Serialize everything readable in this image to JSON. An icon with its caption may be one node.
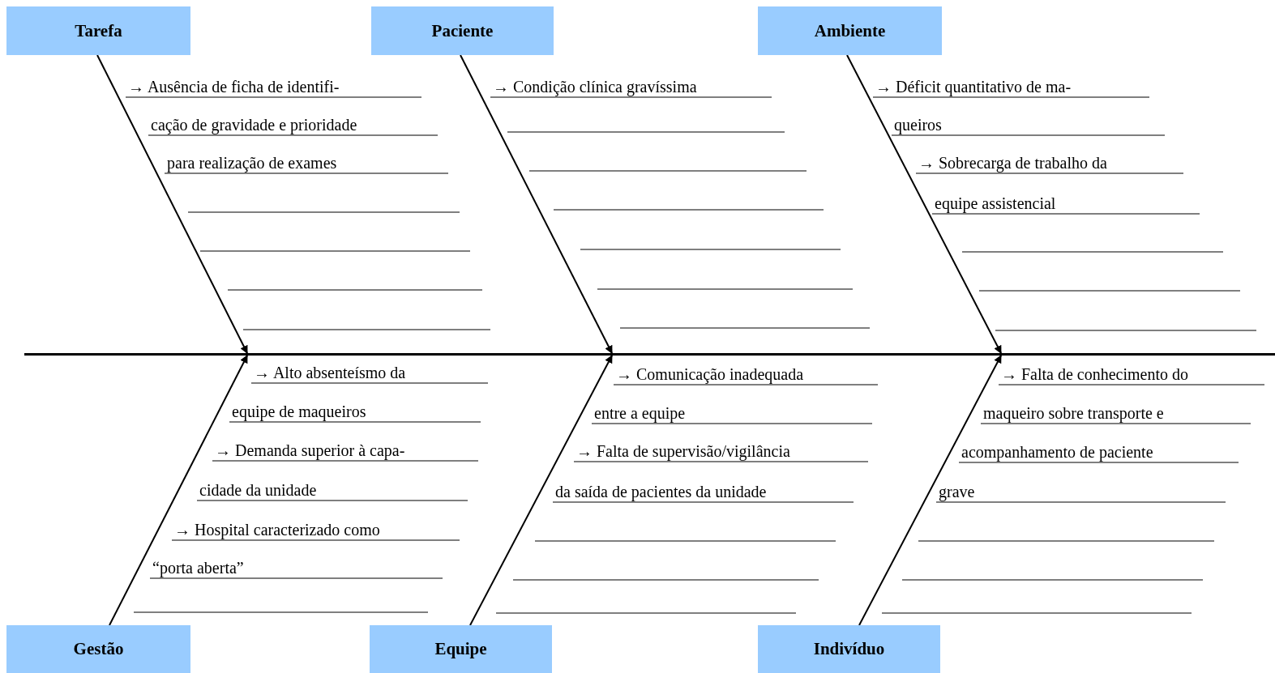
{
  "diagram": {
    "nodes": [
      {
        "text": [
          "Tarefa"
        ]
      },
      {
        "text": [
          "Paciente"
        ]
      },
      {
        "text": [
          "Ambiente"
        ]
      },
      {
        "text": [
          "Gestão"
        ]
      },
      {
        "text": [
          "Equipe"
        ]
      },
      {
        "text": [
          "Indivíduo"
        ]
      },
      {
        "text": [],
        "shape": "bar"
      }
    ],
    "edges": [
      {
        "from": 0,
        "to": 6,
        "arrow": "to"
      },
      {
        "from": 1,
        "to": 6,
        "arrow": "to"
      },
      {
        "from": 2,
        "to": 6,
        "arrow": "to"
      },
      {
        "from": 3,
        "to": 6,
        "arrow": "to"
      },
      {
        "from": 4,
        "to": 6,
        "arrow": "to"
      },
      {
        "from": 5,
        "to": 6,
        "arrow": "to"
      }
    ],
    "labels": [
      "→ Ausência de ficha de identifi-",
      "cação de gravidade e prioridade",
      "para realização de exames",
      "→ Condição clínica gravíssima",
      "→ Déficit quantitativo de ma-",
      "queiros",
      "→ Sobrecarga de trabalho da",
      "equipe assistencial",
      "→ Alto absenteísmo da",
      "equipe de maqueiros",
      "→ Demanda superior à capa-",
      "cidade da unidade",
      "→ Hospital caracterizado como",
      "“porta aberta”",
      "→ Comunicação inadequada",
      "entre a equipe",
      "→ Falta de supervisão/vigilância",
      "da saída de pacientes da unidade",
      "→ Falta de conhecimento do",
      "maqueiro sobre transporte e",
      "acompanhamento de paciente",
      "grave"
    ]
  }
}
